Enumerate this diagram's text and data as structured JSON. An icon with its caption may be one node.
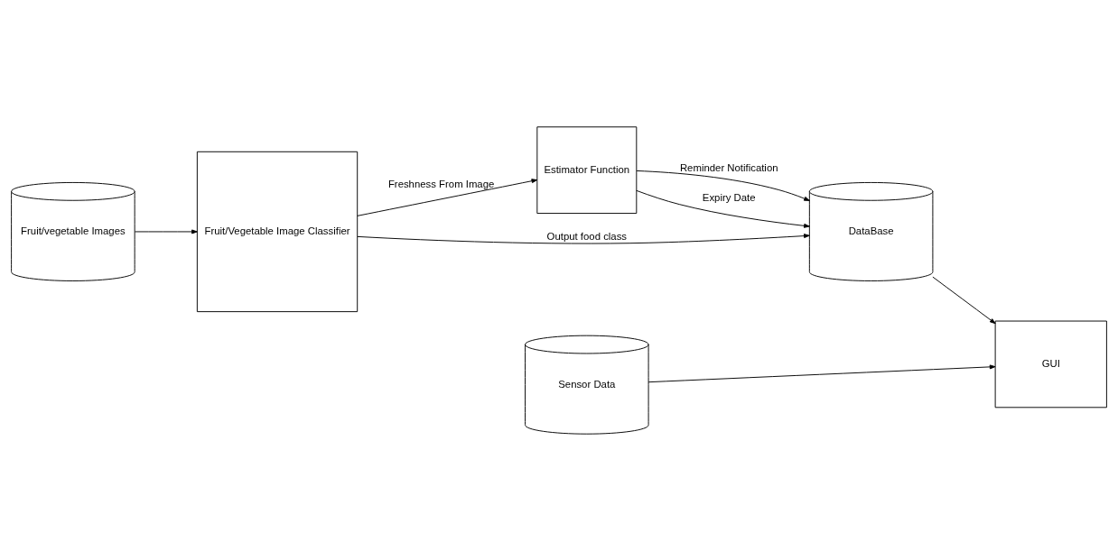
{
  "diagram": {
    "nodes": [
      {
        "text": [
          "Fruit/vegetable Images"
        ]
      },
      {
        "text": [
          "Fruit/Vegetable Image Classifier"
        ]
      },
      {
        "text": [
          "Estimator Function"
        ]
      },
      {
        "text": [
          "DataBase"
        ]
      },
      {
        "text": [
          "Sensor Data"
        ]
      },
      {
        "text": [
          "GUI"
        ]
      }
    ],
    "edges": [
      {
        "from": 0,
        "to": 1,
        "arrow": "to"
      },
      {
        "from": 1,
        "to": 3,
        "arrow": "to",
        "label": "Output food class"
      },
      {
        "from": 1,
        "to": 2,
        "arrow": "to",
        "label": "Freshness From Image"
      },
      {
        "from": 2,
        "to": 3,
        "arrow": "to",
        "label": "Reminder Notification"
      },
      {
        "from": 2,
        "to": 3,
        "arrow": "to",
        "label": "Expiry Date"
      },
      {
        "from": 3,
        "to": 5,
        "arrow": "to"
      },
      {
        "from": 4,
        "to": 5,
        "arrow": "to"
      }
    ]
  }
}
